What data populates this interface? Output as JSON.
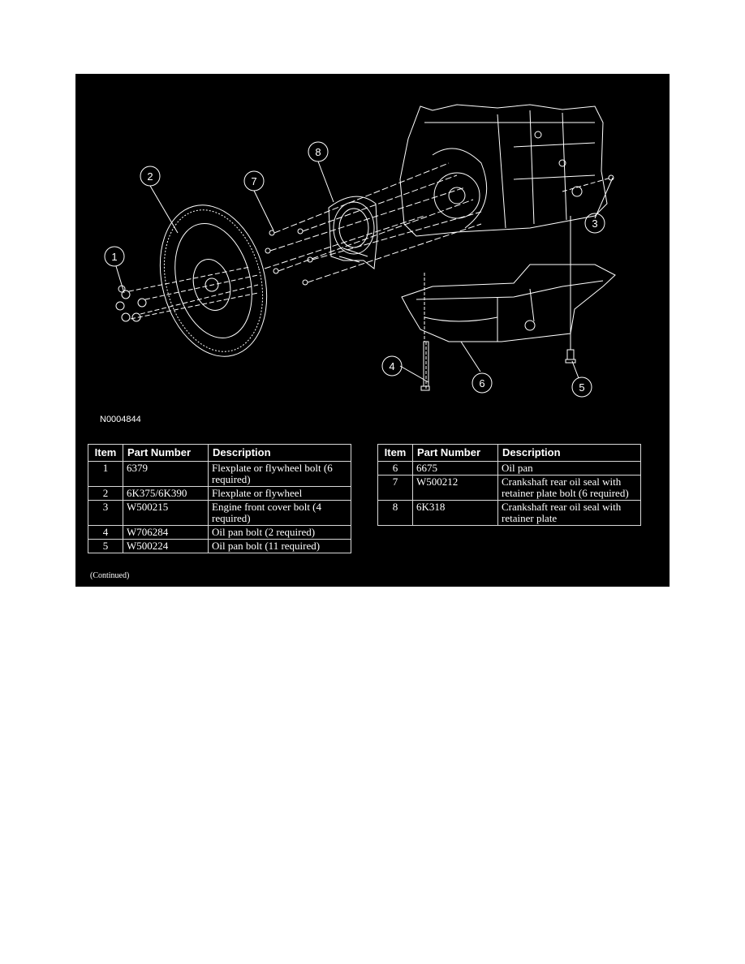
{
  "figure": {
    "id_label": "N0004844",
    "background": "#000000",
    "line_color": "#ffffff",
    "callouts": [
      {
        "num": "1",
        "target": "flexplate bolts"
      },
      {
        "num": "2",
        "target": "flexplate or flywheel"
      },
      {
        "num": "3",
        "target": "engine front cover bolt"
      },
      {
        "num": "4",
        "target": "oil pan bolt (long)"
      },
      {
        "num": "5",
        "target": "oil pan bolt"
      },
      {
        "num": "6",
        "target": "oil pan"
      },
      {
        "num": "7",
        "target": "retainer plate bolt"
      },
      {
        "num": "8",
        "target": "crankshaft rear oil seal with retainer plate"
      }
    ]
  },
  "table_left": {
    "headers": {
      "item": "Item",
      "part": "Part Number",
      "desc": "Description"
    },
    "rows": [
      {
        "item": "1",
        "part": "6379",
        "desc": "Flexplate or flywheel bolt (6 required)"
      },
      {
        "item": "2",
        "part": "6K375/6K390",
        "desc": "Flexplate or flywheel"
      },
      {
        "item": "3",
        "part": "W500215",
        "desc": "Engine front cover bolt (4 required)"
      },
      {
        "item": "4",
        "part": "W706284",
        "desc": "Oil pan bolt (2 required)"
      },
      {
        "item": "5",
        "part": "W500224",
        "desc": "Oil pan bolt (11 required)"
      }
    ],
    "footnote": "(Continued)"
  },
  "table_right": {
    "headers": {
      "item": "Item",
      "part": "Part Number",
      "desc": "Description"
    },
    "rows": [
      {
        "item": "6",
        "part": "6675",
        "desc": "Oil pan"
      },
      {
        "item": "7",
        "part": "W500212",
        "desc": "Crankshaft rear oil seal with retainer plate bolt (6 required)"
      },
      {
        "item": "8",
        "part": "6K318",
        "desc": "Crankshaft rear oil seal with retainer plate"
      }
    ]
  }
}
